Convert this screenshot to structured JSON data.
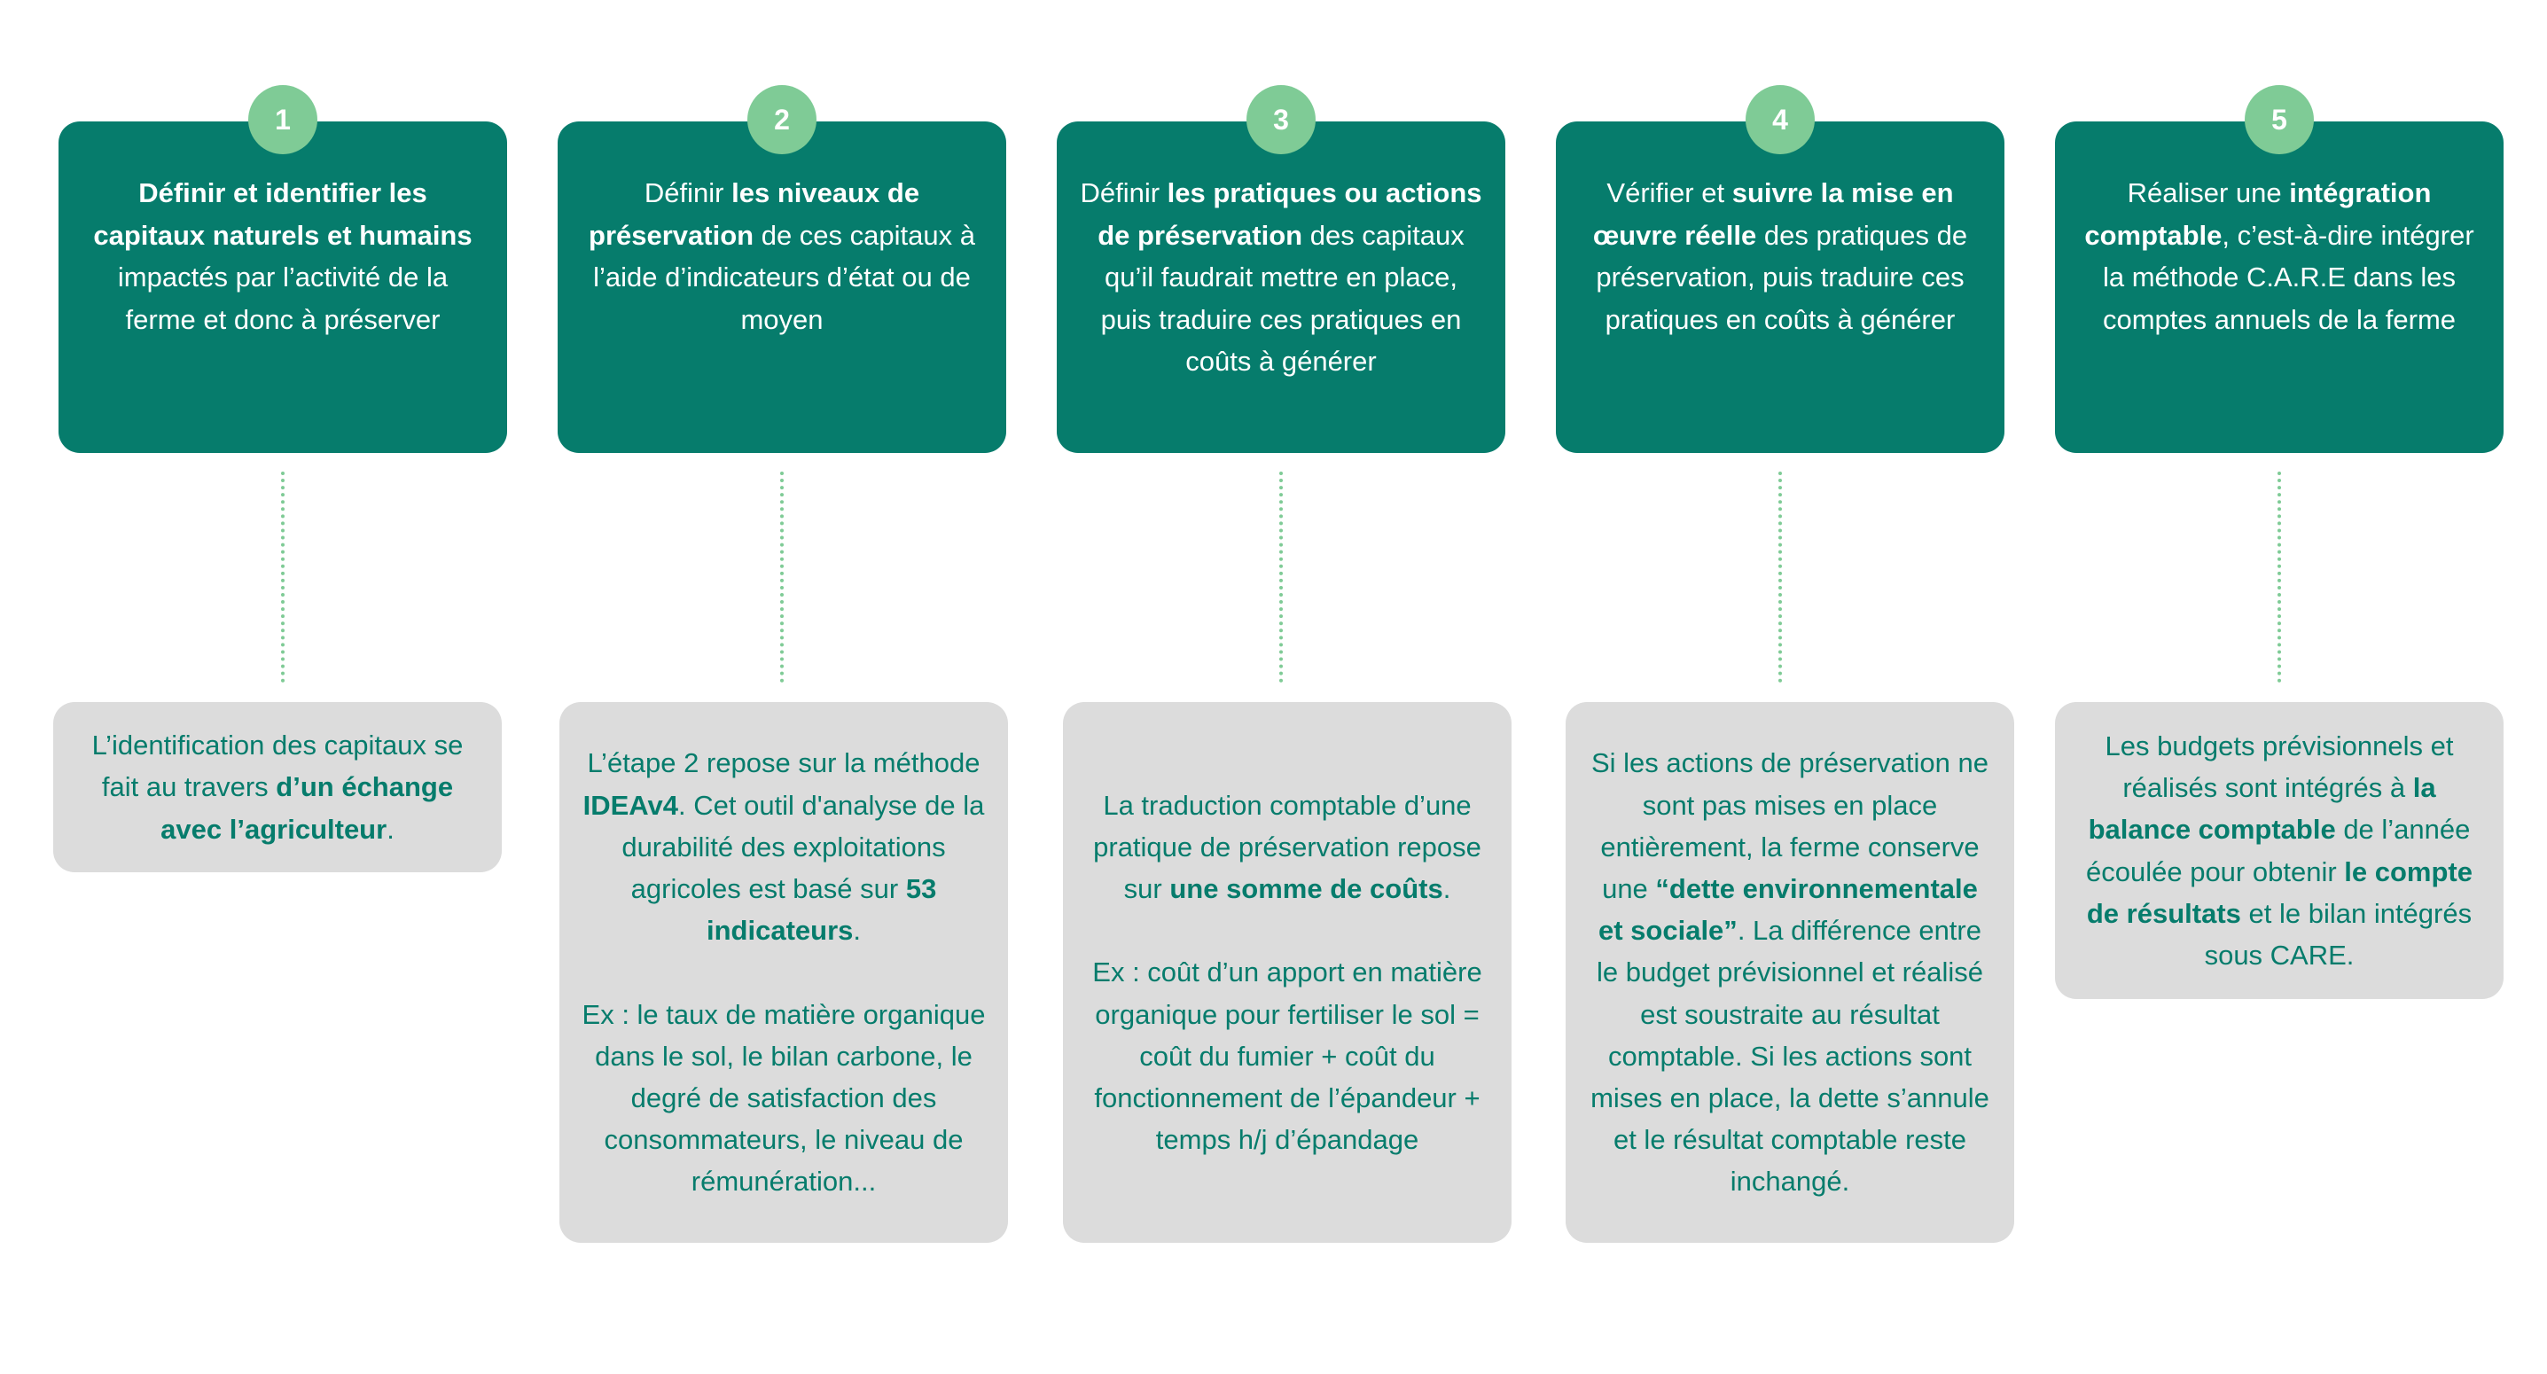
{
  "colors": {
    "dark_green": "#067c6c",
    "light_green": "#7fcb96",
    "grey_card": "#dcdcdc",
    "text_on_dark": "#ffffff",
    "text_on_grey": "#067c6c"
  },
  "steps": [
    {
      "number": "1",
      "title": [
        {
          "b": true,
          "t": "Définir et identifier les capitaux naturels et humains"
        },
        {
          "b": false,
          "t": " impactés par l’activité de la ferme et donc à préserver"
        }
      ],
      "detail": [
        [
          {
            "b": false,
            "t": "L’identification des capitaux se fait au travers "
          },
          {
            "b": true,
            "t": "d’un échange avec l’agriculteur"
          },
          {
            "b": false,
            "t": "."
          }
        ]
      ]
    },
    {
      "number": "2",
      "title": [
        {
          "b": false,
          "t": "Définir "
        },
        {
          "b": true,
          "t": "les niveaux de préservation"
        },
        {
          "b": false,
          "t": " de ces capitaux à l’aide d’indicateurs d’état ou de moyen"
        }
      ],
      "detail": [
        [
          {
            "b": false,
            "t": "L’étape 2 repose sur la méthode "
          },
          {
            "b": true,
            "t": "IDEAv4"
          },
          {
            "b": false,
            "t": ". Cet outil d'analyse de la durabilité des exploitations agricoles est basé sur "
          },
          {
            "b": true,
            "t": "53 indicateurs"
          },
          {
            "b": false,
            "t": "."
          }
        ],
        [
          {
            "b": false,
            "t": "Ex : le taux de matière organique dans le sol, le bilan carbone, le degré de satisfaction des consommateurs, le niveau de rémunération..."
          }
        ]
      ]
    },
    {
      "number": "3",
      "title": [
        {
          "b": false,
          "t": "Définir "
        },
        {
          "b": true,
          "t": "les pratiques ou actions de préservation"
        },
        {
          "b": false,
          "t": " des capitaux qu’il faudrait mettre en place, puis traduire ces pratiques en coûts à générer"
        }
      ],
      "detail": [
        [
          {
            "b": false,
            "t": "La traduction comptable d’une pratique de préservation repose sur "
          },
          {
            "b": true,
            "t": "une somme de coûts"
          },
          {
            "b": false,
            "t": "."
          }
        ],
        [
          {
            "b": false,
            "t": "Ex : coût d’un apport en matière organique pour fertiliser le sol = coût du fumier + coût du fonctionnement de l’épandeur + temps h/j d’épandage"
          }
        ]
      ]
    },
    {
      "number": "4",
      "title": [
        {
          "b": false,
          "t": "Vérifier et "
        },
        {
          "b": true,
          "t": "suivre la mise en œuvre réelle"
        },
        {
          "b": false,
          "t": " des pratiques de préservation, puis traduire ces pratiques en coûts à générer"
        }
      ],
      "detail": [
        [
          {
            "b": false,
            "t": "Si les actions de préservation ne sont pas mises en place entièrement, la ferme conserve une "
          },
          {
            "b": true,
            "t": "“dette environnementale et sociale”"
          },
          {
            "b": false,
            "t": ". La différence entre le budget prévisionnel et réalisé est soustraite au résultat comptable. Si les actions sont mises en place, la dette s’annule et le résultat comptable reste inchangé."
          }
        ]
      ]
    },
    {
      "number": "5",
      "title": [
        {
          "b": false,
          "t": "Réaliser une "
        },
        {
          "b": true,
          "t": "intégration comptable"
        },
        {
          "b": false,
          "t": ", c’est-à-dire intégrer la méthode C.A.R.E dans les comptes annuels de la ferme"
        }
      ],
      "detail": [
        [
          {
            "b": false,
            "t": "Les budgets prévisionnels et réalisés sont intégrés à "
          },
          {
            "b": true,
            "t": "la balance comptable"
          },
          {
            "b": false,
            "t": " de l’année écoulée pour obtenir "
          },
          {
            "b": true,
            "t": "le compte de résultats"
          },
          {
            "b": false,
            "t": " et le bilan intégrés sous CARE."
          }
        ]
      ]
    }
  ]
}
